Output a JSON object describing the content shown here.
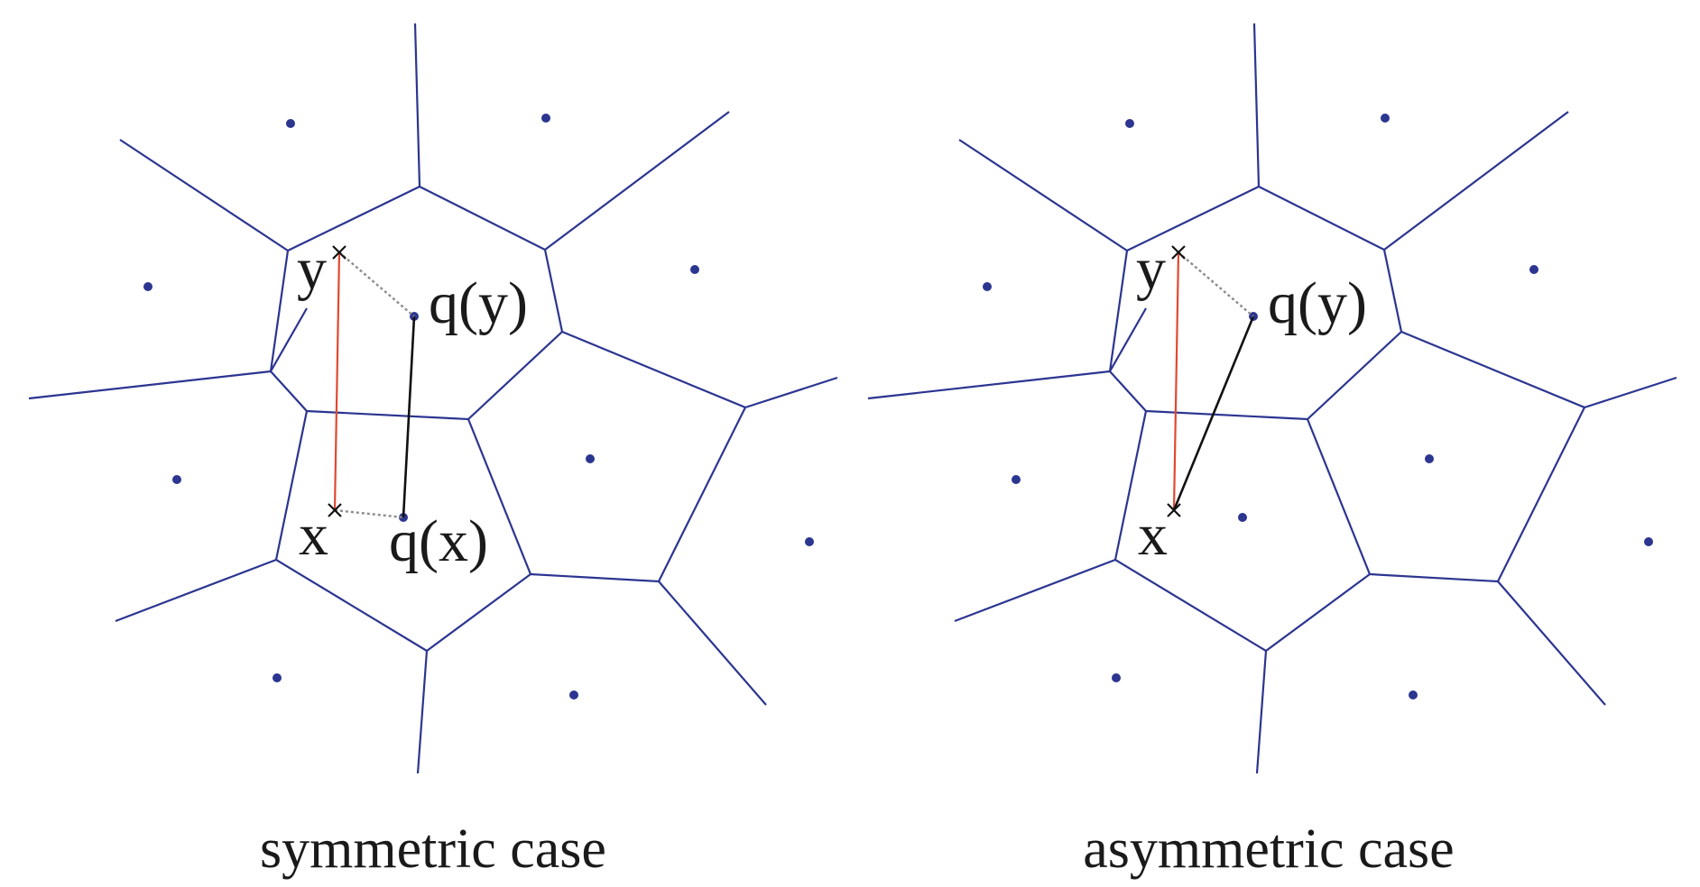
{
  "panels": [
    {
      "id": "symmetric",
      "caption": "symmetric case",
      "labels": {
        "y": "y",
        "qy": "q(y)",
        "x": "x",
        "qx": "q(x)"
      }
    },
    {
      "id": "asymmetric",
      "caption": "asymmetric case",
      "labels": {
        "y": "y",
        "qy": "q(y)",
        "x": "x"
      }
    }
  ],
  "colors": {
    "voronoi_edge": "#2c3590",
    "site": "#2c3590",
    "red_segment": "#e0492f",
    "black_segment": "#111111",
    "dashed_segment": "#8c8c8c",
    "text": "#1a1a1a"
  }
}
